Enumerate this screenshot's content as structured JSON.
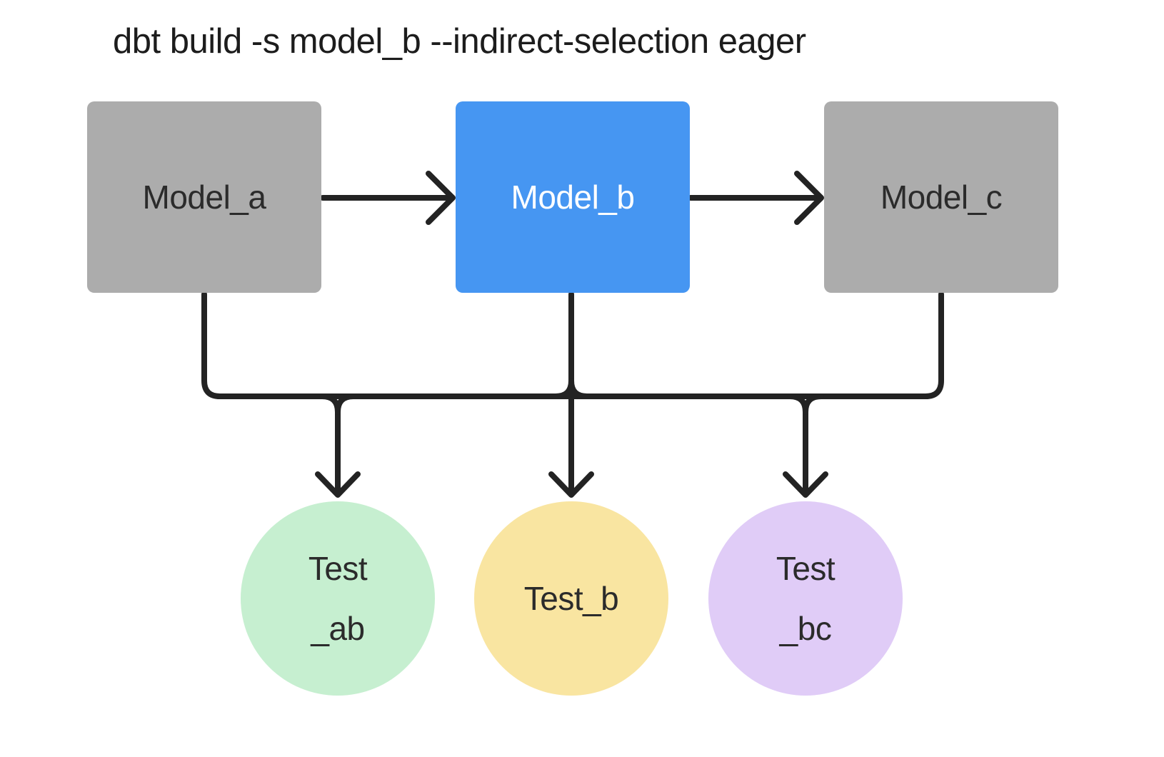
{
  "title": "dbt build -s model_b --indirect-selection eager",
  "colors": {
    "background": "#ffffff",
    "connector": "#232323",
    "title_text": "#1c1c1c",
    "model_default_fill": "#ACACAC",
    "model_selected_fill": "#4696F2",
    "test_ab_fill": "#C6EFD0",
    "test_b_fill": "#F9E5A1",
    "test_bc_fill": "#E0CCF7",
    "dark_label_text": "#2b2b2b",
    "light_label_text": "#ffffff"
  },
  "diagram": {
    "nodes": {
      "model_a": {
        "label": "Model_a",
        "type": "model",
        "selected": false,
        "fill": "#ACACAC",
        "text_color": "#2b2b2b"
      },
      "model_b": {
        "label": "Model_b",
        "type": "model",
        "selected": true,
        "fill": "#4696F2",
        "text_color": "#ffffff"
      },
      "model_c": {
        "label": "Model_c",
        "type": "model",
        "selected": false,
        "fill": "#ACACAC",
        "text_color": "#2b2b2b"
      },
      "test_ab": {
        "label_line1": "Test",
        "label_line2": "_ab",
        "type": "test",
        "fill": "#C6EFD0",
        "text_color": "#2b2b2b"
      },
      "test_b": {
        "label": "Test_b",
        "type": "test",
        "fill": "#F9E5A1",
        "text_color": "#2b2b2b"
      },
      "test_bc": {
        "label_line1": "Test",
        "label_line2": "_bc",
        "type": "test",
        "fill": "#E0CCF7",
        "text_color": "#2b2b2b"
      }
    },
    "edges": [
      {
        "from": "model_a",
        "to": "model_b"
      },
      {
        "from": "model_b",
        "to": "model_c"
      },
      {
        "from": "model_a",
        "to": "test_ab"
      },
      {
        "from": "model_b",
        "to": "test_ab"
      },
      {
        "from": "model_b",
        "to": "test_b"
      },
      {
        "from": "model_b",
        "to": "test_bc"
      },
      {
        "from": "model_c",
        "to": "test_bc"
      }
    ]
  }
}
